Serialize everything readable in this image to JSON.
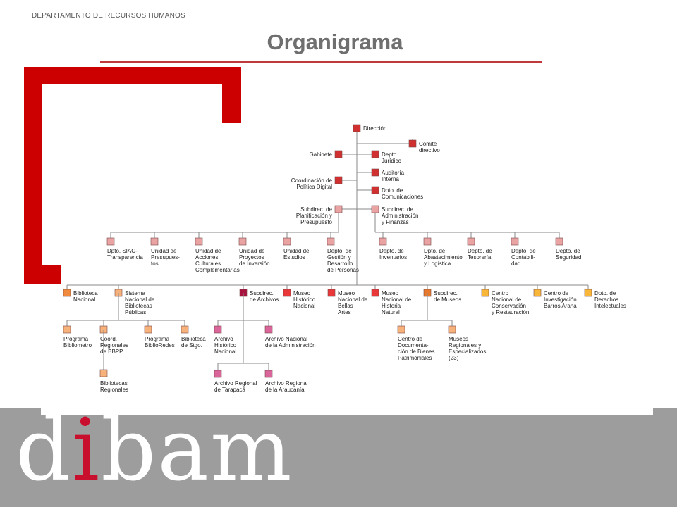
{
  "header": {
    "department": "DEPARTAMENTO DE RECURSOS HUMANOS",
    "title": "Organigrama"
  },
  "logo": {
    "pre": "d",
    "accent": "i",
    "post": "bam"
  },
  "colors": {
    "brand_red": "#cc0000",
    "footer_gray": "#9d9d9d",
    "title_rule": "#c0393b",
    "node_top": "#d0302f",
    "node_light": "#e9a3a3",
    "node_orange": "#f08a3c",
    "node_light_orange": "#f7b27c",
    "node_crimson": "#a8123e",
    "node_red": "#e8383a",
    "node_orange2": "#e8792b",
    "node_yellow": "#f9b73a",
    "node_pink": "#d9659a",
    "node_light_pink": "#f0a8c4"
  },
  "org": {
    "direccion": "Dirección",
    "comite": [
      "Comité",
      "directivo"
    ],
    "gabinete": "Gabinete",
    "juridico": [
      "Depto.",
      "Jurídico"
    ],
    "auditoria": [
      "Auditoría",
      "Interna"
    ],
    "comunicaciones": [
      "Dpto. de",
      "Comunicaciones"
    ],
    "coordinacion": [
      "Coordinación de",
      "Política Digital"
    ],
    "subdirec_planificacion": [
      "Subdirec. de",
      "Planificación y",
      "Presupuesto"
    ],
    "subdirec_administracion": [
      "Subdirec. de",
      "Administración",
      "y Finanzas"
    ],
    "planificacion_units": [
      [
        "Dpto. SIAC-",
        "Transparencia"
      ],
      [
        "Unidad de",
        "Presupues-",
        "tos"
      ],
      [
        "Unidad de",
        "Acciones",
        "Culturales",
        "Complementarias"
      ],
      [
        "Unidad de",
        "Proyectos",
        "de Inversión"
      ],
      [
        "Unidad de",
        "Estudios"
      ],
      [
        "Depto. de",
        "Gestión y",
        "Desarrollo",
        "de Personas"
      ]
    ],
    "administracion_units": [
      [
        "Depto. de",
        "Inventarios"
      ],
      [
        "Dpto. de",
        "Abastecimiento",
        "y Logística"
      ],
      [
        "Depto. de",
        "Tesorería"
      ],
      [
        "Depto. de",
        "Contabili-",
        "dad"
      ],
      [
        "Depto. de",
        "Seguridad"
      ]
    ],
    "services": [
      [
        "Biblioteca",
        "Nacional"
      ],
      [
        "Sistema",
        "Nacional de",
        "Bibliotecas",
        "Públicas"
      ],
      [
        "Subdirec.",
        "de Archivos"
      ],
      [
        "Museo",
        "Histórico",
        "Nacional"
      ],
      [
        "Museo",
        "Nacional de",
        "Bellas",
        "Artes"
      ],
      [
        "Museo",
        "Nacional de",
        "Historia",
        "Natural"
      ],
      [
        "Subdirec.",
        "de Museos"
      ],
      [
        "Centro",
        "Nacional de",
        "Conservación",
        "y Restauración"
      ],
      [
        "Centro de",
        "Investigación",
        "Barros Arana"
      ],
      [
        "Dpto. de",
        "Derechos",
        "Intelectuales"
      ]
    ],
    "bibliotecas_children": [
      [
        "Programa",
        "Bibliometro"
      ],
      [
        "Coord.",
        "Regionales",
        "de BBPP"
      ],
      [
        "Programa",
        "BiblioRedes"
      ],
      [
        "Biblioteca",
        "de Stgo."
      ]
    ],
    "bibliotecas_regionales": [
      "Bibliotecas",
      "Regionales"
    ],
    "archivos_children": [
      [
        "Archivo",
        "Histórico",
        "Nacional"
      ],
      [
        "Archivo Nacional",
        "de la Administración"
      ],
      [
        "Archivo Regional",
        "de Tarapacá"
      ],
      [
        "Archivo Regional",
        "de la Araucanía"
      ]
    ],
    "museos_children": [
      [
        "Centro de",
        "Documenta-",
        "ción de Bienes",
        "Patrimoniales"
      ],
      [
        "Museos",
        "Regionales y",
        "Especializados",
        "(23)"
      ]
    ]
  }
}
